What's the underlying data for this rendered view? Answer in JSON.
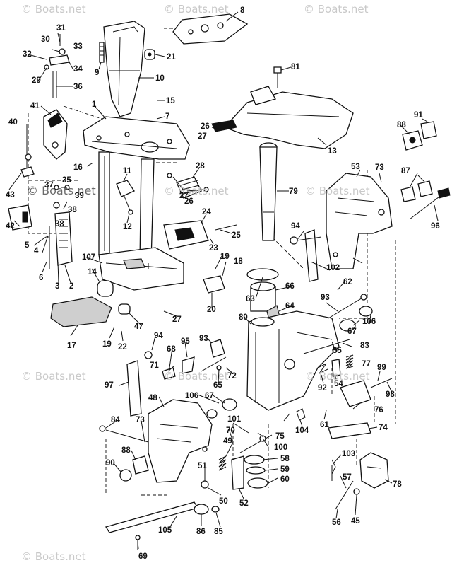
{
  "watermarks": [
    "© Boats.net",
    "© Boats.net",
    "© Boats.net",
    "© Boats.net",
    "© Boats.net",
    "© Boats.net",
    "© Boats.net",
    "© Boats.net",
    "© Boats.net",
    "© Boats.net"
  ],
  "callouts": [
    "1",
    "2",
    "3",
    "4",
    "5",
    "6",
    "7",
    "8",
    "9",
    "10",
    "11",
    "12",
    "13",
    "14",
    "15",
    "16",
    "17",
    "18",
    "19",
    "19",
    "20",
    "21",
    "22",
    "23",
    "24",
    "25",
    "26",
    "26",
    "27",
    "27",
    "27",
    "28",
    "29",
    "30",
    "31",
    "32",
    "33",
    "34",
    "35",
    "36",
    "37",
    "38",
    "38",
    "39",
    "40",
    "41",
    "42",
    "43",
    "45",
    "47",
    "48",
    "49",
    "50",
    "51",
    "52",
    "53",
    "54",
    "55",
    "56",
    "57",
    "58",
    "59",
    "60",
    "61",
    "62",
    "63",
    "64",
    "65",
    "66",
    "67",
    "67",
    "68",
    "69",
    "70",
    "71",
    "72",
    "73",
    "73",
    "74",
    "75",
    "76",
    "77",
    "78",
    "79",
    "80",
    "81",
    "83",
    "84",
    "85",
    "86",
    "87",
    "88",
    "88",
    "90",
    "91",
    "92",
    "93",
    "93",
    "94",
    "94",
    "95",
    "96",
    "97",
    "98",
    "99",
    "100",
    "101",
    "102",
    "103",
    "104",
    "105",
    "106",
    "106",
    "107"
  ]
}
